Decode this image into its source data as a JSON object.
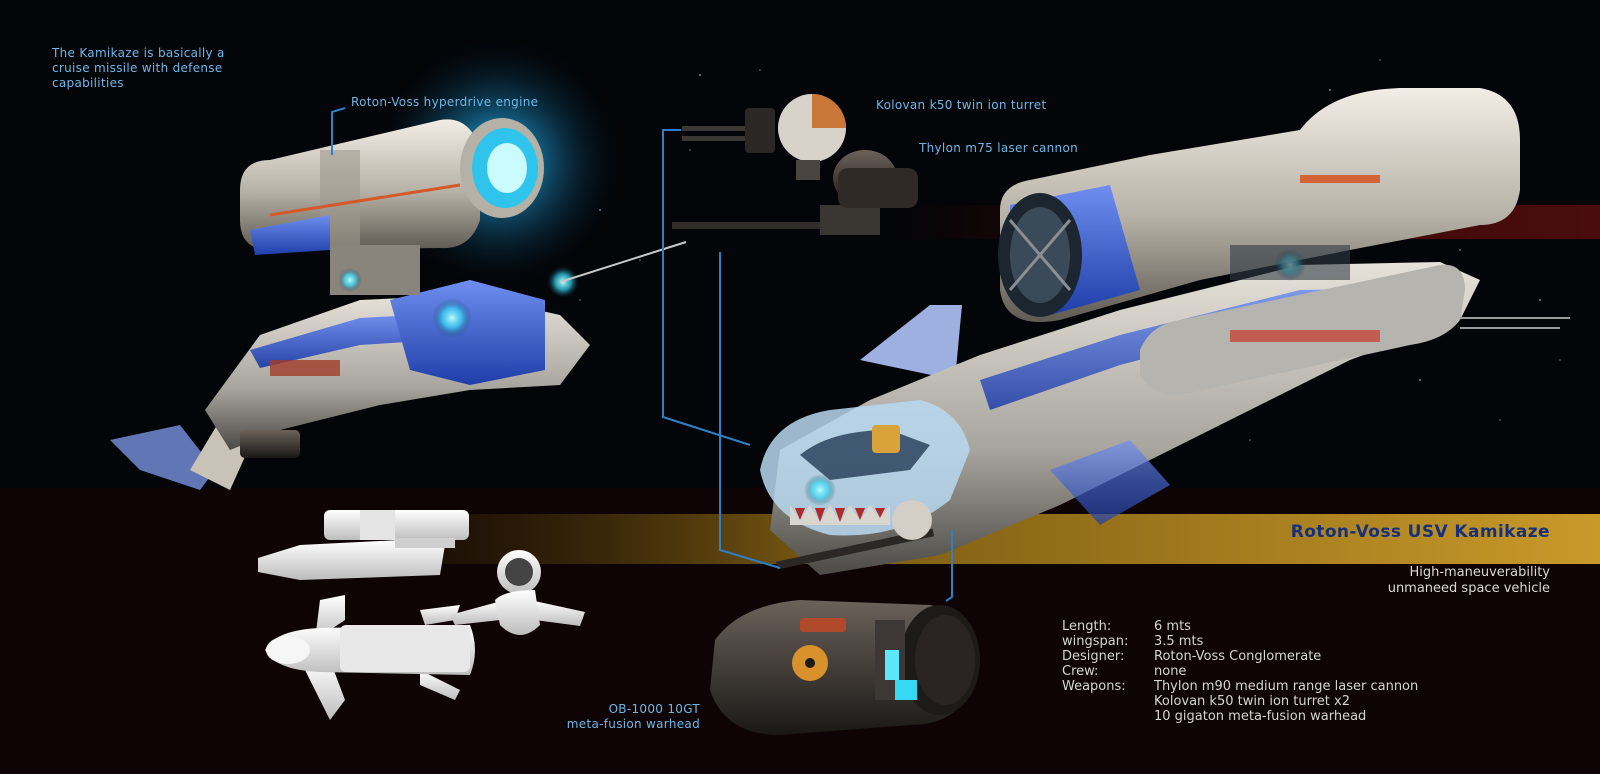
{
  "intro_text": "The Kamikaze is basically a cruise missile with defense capabilities",
  "callouts": {
    "engine": "Roton-Voss hyperdrive engine",
    "turret": "Kolovan k50 twin ion turret",
    "cannon": "Thylon m75 laser cannon",
    "warhead_line1": "OB-1000 10GT",
    "warhead_line2": "meta-fusion warhead"
  },
  "title": "Roton-Voss USV Kamikaze",
  "subtitle_line1": "High-maneuverability",
  "subtitle_line2": "unmaneed space vehicle",
  "specs": [
    {
      "key": "Length:",
      "value": "6  mts"
    },
    {
      "key": "wingspan:",
      "value": "3.5 mts"
    },
    {
      "key": "Designer:",
      "value": "Roton-Voss Conglomerate"
    },
    {
      "key": "Crew:",
      "value": "none"
    },
    {
      "key": "Weapons:",
      "value": "Thylon m90 medium range laser cannon"
    }
  ],
  "weapons_extra": [
    "Kolovan k50 twin ion turret x2",
    "10 gigaton meta-fusion warhead"
  ],
  "colors": {
    "background": "#030508",
    "label_blue": "#6fb6e6",
    "callout_line": "#2f7fc4",
    "title_navy": "#17307a",
    "gold_band": "#b8891f",
    "red_band": "#3a0707",
    "engine_glow": "#44e6ff"
  }
}
